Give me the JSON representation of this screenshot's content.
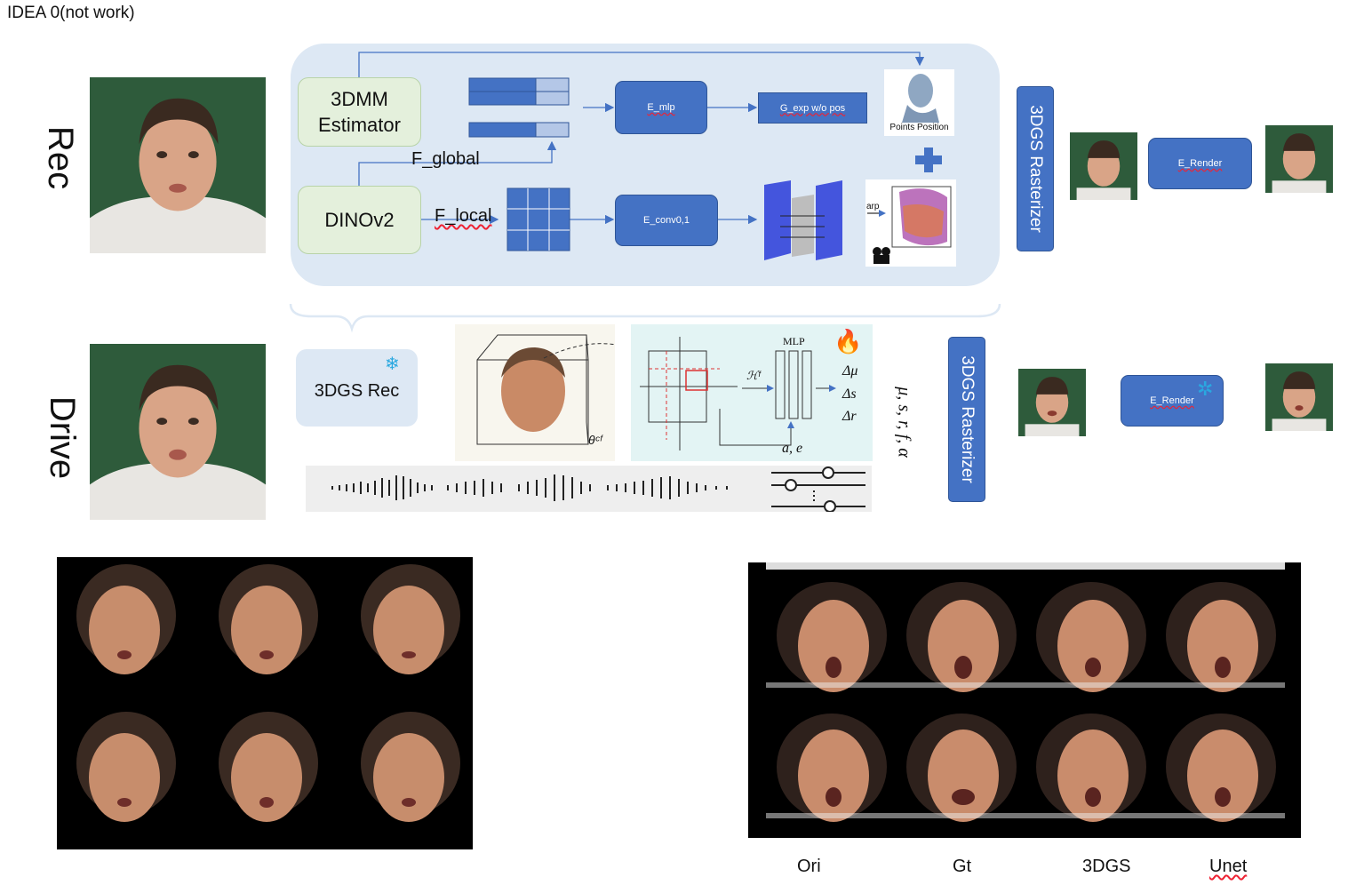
{
  "title": "IDEA 0(not work)",
  "row_labels": {
    "rec": "Rec",
    "drive": "Drive"
  },
  "rec": {
    "estimator": "3DMM\nEstimator",
    "dino": "DINOv2",
    "f_global": "F_global",
    "f_local": "F_local",
    "e_mlp": "E_mlp",
    "g_exp": "G_exp w/o pos",
    "points_position": "Points Position",
    "warp_label": "arp",
    "e_conv": "E_conv0,1",
    "rasterizer": "3DGS Rasterizer",
    "e_render": "E_Render"
  },
  "drive": {
    "rec_box": "3DGS Rec",
    "mlp_label": "MLP",
    "hf_label": "ℋᶠ",
    "theta_label": "θᶜᶠ",
    "delta_mu": "Δμ",
    "delta_s": "Δs",
    "delta_r": "Δr",
    "ae_label": "a, e",
    "params": "μ, s, r, f, α",
    "rasterizer": "3DGS Rasterizer",
    "e_render": "E_Render"
  },
  "captions": {
    "ori": "Ori",
    "gt": "Gt",
    "gs": "3DGS",
    "unet": "Unet"
  },
  "icons": {
    "snowflake": "snowflake-icon",
    "gear": "gear-icon",
    "fire": "fire-icon",
    "camera": "camera-icon",
    "plus": "plus-icon"
  },
  "colors": {
    "box_blue": "#4472c4",
    "panel_bg": "#dde8f4",
    "green_box": "#e4f0dc",
    "arrow": "#4472c4"
  }
}
